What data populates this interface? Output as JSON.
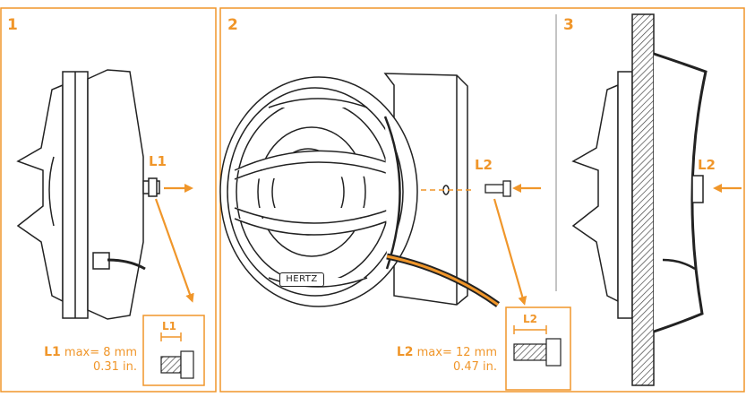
{
  "panels": [
    {
      "number": "1"
    },
    {
      "number": "2"
    },
    {
      "number": "3"
    }
  ],
  "labels": {
    "l1": "L1",
    "l2": "L2"
  },
  "brand_text": "HERTZ",
  "specs": {
    "l1": {
      "key": "L1",
      "line1": "max= 8 mm",
      "line2": "0.31 in."
    },
    "l2": {
      "key": "L2",
      "line1": "max= 12 mm",
      "line2": "0.47 in."
    }
  },
  "colors": {
    "accent": "#f0962a",
    "line": "#222222"
  }
}
